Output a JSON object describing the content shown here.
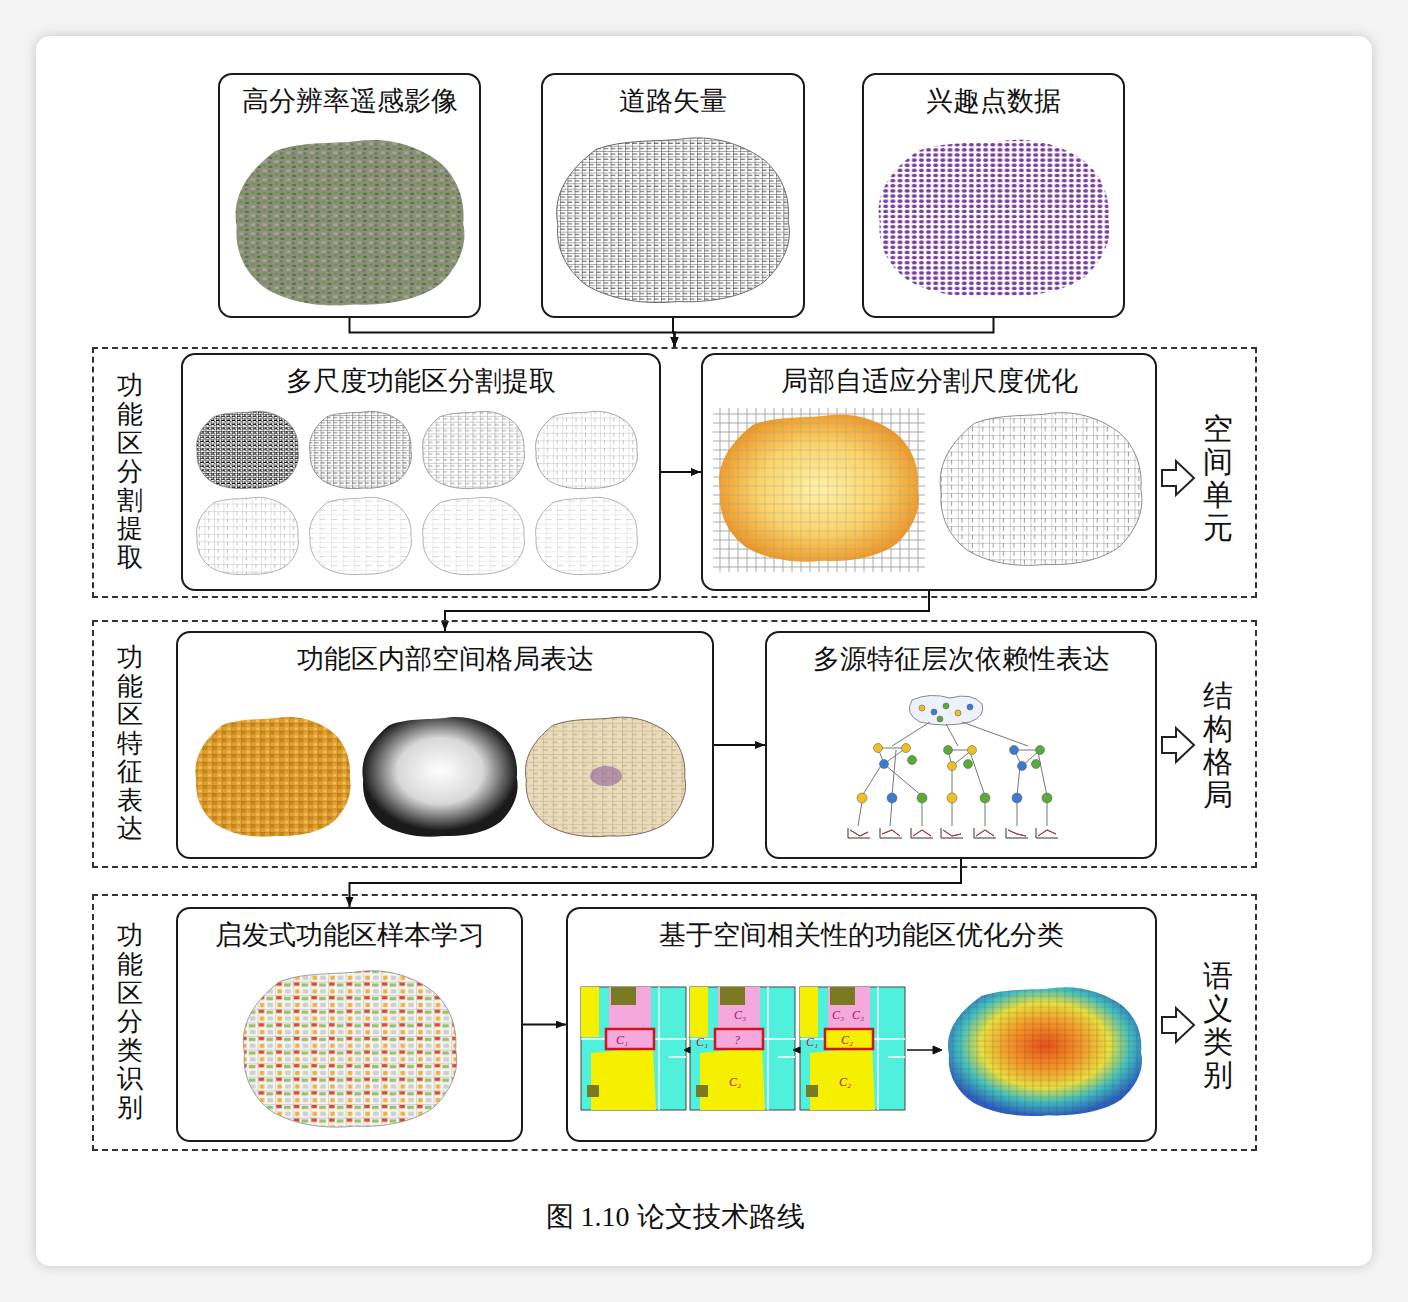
{
  "diagram": {
    "caption": "图 1.10 论文技术路线",
    "nodes": [
      {
        "text": [
          "高分辨率遥感影像"
        ]
      },
      {
        "text": [
          "道路矢量"
        ]
      },
      {
        "text": [
          "兴趣点数据"
        ]
      },
      {
        "text": [
          "功能区分割提取"
        ]
      },
      {
        "text": [
          "多尺度功能区分割提取"
        ],
        "in": 3
      },
      {
        "text": [
          "局部自适应分割尺度优化"
        ],
        "in": 3
      },
      {
        "text": [
          "功能区特征表达"
        ]
      },
      {
        "text": [
          "功能区内部空间格局表达"
        ],
        "in": 6
      },
      {
        "text": [
          "多源特征层次依赖性表达"
        ],
        "in": 6
      },
      {
        "text": [
          "功能区分类识别"
        ]
      },
      {
        "text": [
          "启发式功能区样本学习"
        ],
        "in": 9
      },
      {
        "text": [
          "基于空间相关性的功能区优化分类"
        ],
        "in": 9
      }
    ],
    "edges": [
      {
        "from": 0,
        "to": 3,
        "arrow": "to"
      },
      {
        "from": 1,
        "to": 3,
        "arrow": "to"
      },
      {
        "from": 2,
        "to": 3,
        "arrow": "to"
      },
      {
        "from": 4,
        "to": 5,
        "arrow": "to"
      },
      {
        "from": 5,
        "to": 7,
        "arrow": "to"
      },
      {
        "from": 7,
        "to": 8,
        "arrow": "to"
      },
      {
        "from": 8,
        "to": 10,
        "arrow": "to"
      },
      {
        "from": 10,
        "to": 11,
        "arrow": "to"
      }
    ],
    "labels": [
      "空间单元",
      "结构格局",
      "语义类别",
      "C₁",
      "C₃",
      "C₁",
      "?",
      "C₂",
      "C₃",
      "C₃",
      "C₁",
      "C₂",
      "C₂"
    ]
  }
}
